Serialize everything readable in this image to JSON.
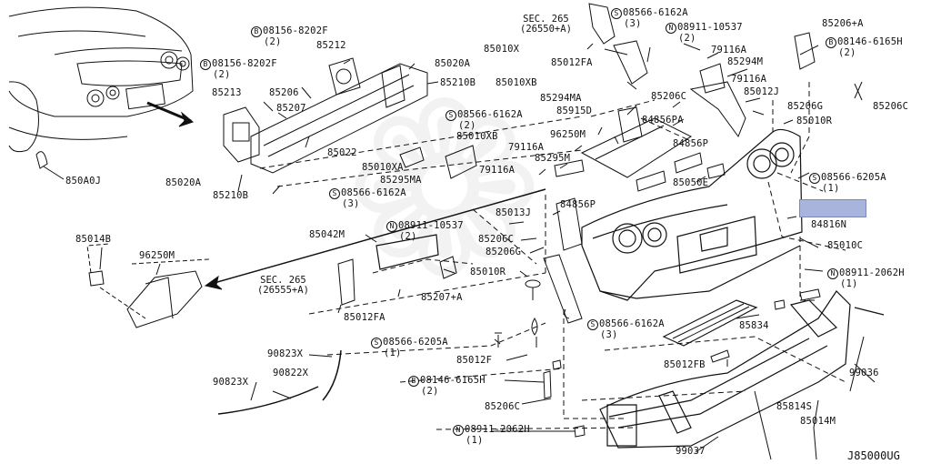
{
  "diagram_code": "J85000UG",
  "part_labels": [
    {
      "id": "850A0J",
      "text": "850A0J"
    },
    {
      "id": "85020A-a",
      "text": "85020A"
    },
    {
      "id": "85020A-b",
      "text": "85020A"
    },
    {
      "id": "85210B-a",
      "text": "85210B"
    },
    {
      "id": "85210B-b",
      "text": "85210B"
    },
    {
      "id": "85213",
      "text": "85213"
    },
    {
      "id": "85212",
      "text": "85212"
    },
    {
      "id": "85206",
      "text": "85206"
    },
    {
      "id": "85207",
      "text": "85207"
    },
    {
      "id": "85022",
      "text": "85022"
    },
    {
      "id": "85010X",
      "text": "85010X"
    },
    {
      "id": "85012FA-a",
      "text": "85012FA"
    },
    {
      "id": "85012FA-b",
      "text": "85012FA"
    },
    {
      "id": "85010XB-a",
      "text": "85010XB"
    },
    {
      "id": "85010XB-b",
      "text": "85010XB"
    },
    {
      "id": "85294MA",
      "text": "85294MA"
    },
    {
      "id": "79116A-a",
      "text": "79116A"
    },
    {
      "id": "79116A-b",
      "text": "79116A"
    },
    {
      "id": "79116A-c",
      "text": "79116A"
    },
    {
      "id": "79116A-d",
      "text": "79116A"
    },
    {
      "id": "85294M",
      "text": "85294M"
    },
    {
      "id": "85012J",
      "text": "85012J"
    },
    {
      "id": "85206+A",
      "text": "85206+A"
    },
    {
      "id": "85206C-a",
      "text": "85206C"
    },
    {
      "id": "85206C-b",
      "text": "85206C"
    },
    {
      "id": "85206C-c",
      "text": "85206C"
    },
    {
      "id": "85206C-d",
      "text": "85206C"
    },
    {
      "id": "85206G-a",
      "text": "85206G"
    },
    {
      "id": "85206G-b",
      "text": "85206G"
    },
    {
      "id": "85010R",
      "text": "85010R"
    },
    {
      "id": "85915D",
      "text": "85915D"
    },
    {
      "id": "84856PA",
      "text": "84856PA"
    },
    {
      "id": "84856P-a",
      "text": "84856P"
    },
    {
      "id": "84856P-b",
      "text": "84856P"
    },
    {
      "id": "96250M-a",
      "text": "96250M"
    },
    {
      "id": "96250M-b",
      "text": "96250M"
    },
    {
      "id": "85295M",
      "text": "85295M"
    },
    {
      "id": "85010XA",
      "text": "85010XA"
    },
    {
      "id": "85295MA",
      "text": "85295MA"
    },
    {
      "id": "85050E",
      "text": "85050E"
    },
    {
      "id": "85013J",
      "text": "85013J"
    },
    {
      "id": "84816N",
      "text": "84816N"
    },
    {
      "id": "85010C",
      "text": "85010C"
    },
    {
      "id": "85042M",
      "text": "85042M"
    },
    {
      "id": "85014B",
      "text": "85014B"
    },
    {
      "id": "85010R-b",
      "text": "85010R"
    },
    {
      "id": "85207+A",
      "text": "85207+A"
    },
    {
      "id": "85834",
      "text": "85834"
    },
    {
      "id": "85012F",
      "text": "85012F"
    },
    {
      "id": "85012FB",
      "text": "85012FB"
    },
    {
      "id": "90823X-a",
      "text": "90823X"
    },
    {
      "id": "90823X-b",
      "text": "90823X"
    },
    {
      "id": "90822X",
      "text": "90822X"
    },
    {
      "id": "99036",
      "text": "99036"
    },
    {
      "id": "85814S",
      "text": "85814S"
    },
    {
      "id": "85014M",
      "text": "85014M"
    },
    {
      "id": "99037",
      "text": "99037"
    }
  ],
  "prefixed_labels": [
    {
      "id": "b-08156-8202F-a",
      "prefix": "B",
      "text": "08156-8202F",
      "qty": "(2)"
    },
    {
      "id": "b-08156-8202F-b",
      "prefix": "B",
      "text": "08156-8202F",
      "qty": "(2)"
    },
    {
      "id": "s-08566-6162A-a",
      "prefix": "S",
      "text": "08566-6162A",
      "qty": "(3)"
    },
    {
      "id": "n-08911-10537-a",
      "prefix": "N",
      "text": "08911-10537",
      "qty": "(2)"
    },
    {
      "id": "b-08146-6165H-a",
      "prefix": "B",
      "text": "08146-6165H",
      "qty": "(2)"
    },
    {
      "id": "s-08566-6162A-b",
      "prefix": "S",
      "text": "08566-6162A",
      "qty": "(2)"
    },
    {
      "id": "s-08566-6162A-c",
      "prefix": "S",
      "text": "08566-6162A",
      "qty": "(3)"
    },
    {
      "id": "s-08566-6205A-a",
      "prefix": "S",
      "text": "08566-6205A",
      "qty": "(1)"
    },
    {
      "id": "n-08911-10537-b",
      "prefix": "N",
      "text": "08911-10537",
      "qty": "(2)"
    },
    {
      "id": "n-08911-2062H-a",
      "prefix": "N",
      "text": "08911-2062H",
      "qty": "(1)"
    },
    {
      "id": "s-08566-6162A-d",
      "prefix": "S",
      "text": "08566-6162A",
      "qty": "(3)"
    },
    {
      "id": "s-08566-6205A-b",
      "prefix": "S",
      "text": "08566-6205A",
      "qty": "(1)"
    },
    {
      "id": "b-08146-6165H-b",
      "prefix": "B",
      "text": "08146-6165H",
      "qty": "(2)"
    },
    {
      "id": "n-08911-2062H-b",
      "prefix": "N",
      "text": "08911-2062H",
      "qty": "(1)"
    }
  ],
  "section_refs": [
    {
      "id": "sec-265-a",
      "line1": "SEC. 265",
      "line2": "(26550+A)"
    },
    {
      "id": "sec-265-b",
      "line1": "SEC. 265",
      "line2": "(26555+A)"
    }
  ],
  "highlight_color": "#a9b4dc",
  "line_color": "#111111"
}
